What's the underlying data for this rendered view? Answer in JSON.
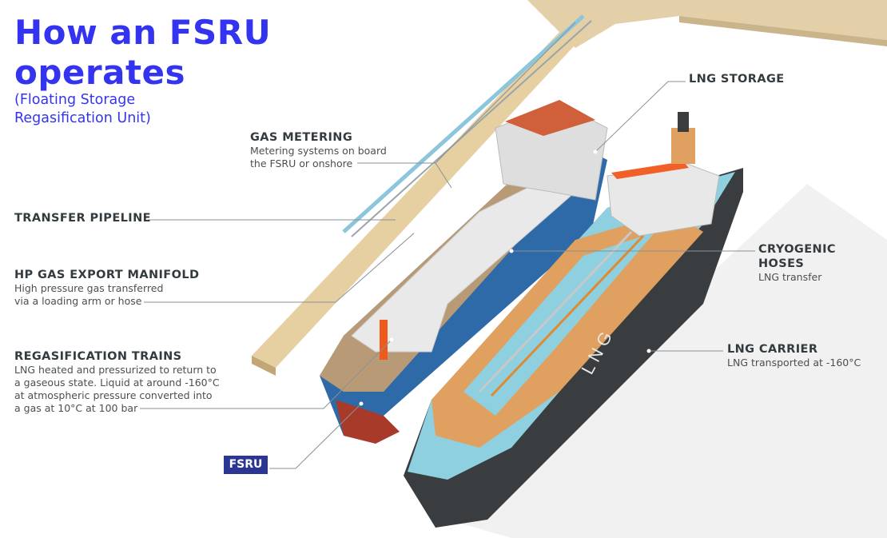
{
  "title": {
    "line1": "How an FSRU",
    "line2": "operates",
    "subtitle_line1": "(Floating Storage",
    "subtitle_line2": "Regasification Unit)"
  },
  "labels": {
    "gas_metering": {
      "heading": "GAS METERING",
      "lines": [
        "Metering systems on board",
        "the FSRU or onshore"
      ]
    },
    "lng_storage": {
      "heading": "LNG STORAGE"
    },
    "transfer_pipeline": {
      "heading": "TRANSFER PIPELINE"
    },
    "hp_manifold": {
      "heading": "HP GAS EXPORT MANIFOLD",
      "lines": [
        "High pressure gas transferred",
        "via a loading arm or hose"
      ]
    },
    "regas_trains": {
      "heading": "REGASIFICATION TRAINS",
      "lines": [
        "LNG heated and pressurized to return to",
        "a gaseous state. Liquid at around -160°C",
        "at atmospheric pressure converted into",
        "a gas at 10°C at 100 bar"
      ]
    },
    "cryogenic_hoses": {
      "heading_line1": "CRYOGENIC",
      "heading_line2": "HOSES",
      "lines": [
        "LNG transfer"
      ]
    },
    "lng_carrier": {
      "heading": "LNG CARRIER",
      "lines": [
        "LNG transported at -160°C"
      ]
    },
    "fsru_badge": "FSRU"
  },
  "hull_lettering": "L N G",
  "colors": {
    "title": "#3434f0",
    "badge": "#2b3592",
    "text": "#333b3f",
    "fsru_hull": "#2f6aa8",
    "carrier_hull": "#3a3d40",
    "carrier_deck": "#8fd0e0",
    "cargo_cover": "#e0a060",
    "shore": "#e3cfa8"
  }
}
